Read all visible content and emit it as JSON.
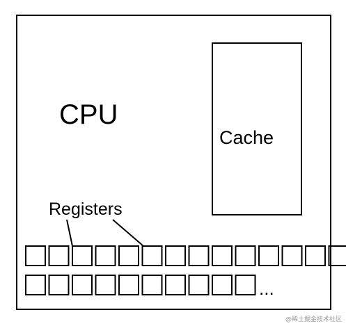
{
  "diagram": {
    "cpu_label": "CPU",
    "cache_label": "Cache",
    "registers_label": "Registers",
    "ellipsis": "...",
    "register_rows": [
      14,
      10
    ],
    "colors": {
      "stroke": "#000000",
      "background": "#ffffff",
      "watermark": "#9a9a9a"
    }
  },
  "watermark": "@稀土掘金技术社区"
}
